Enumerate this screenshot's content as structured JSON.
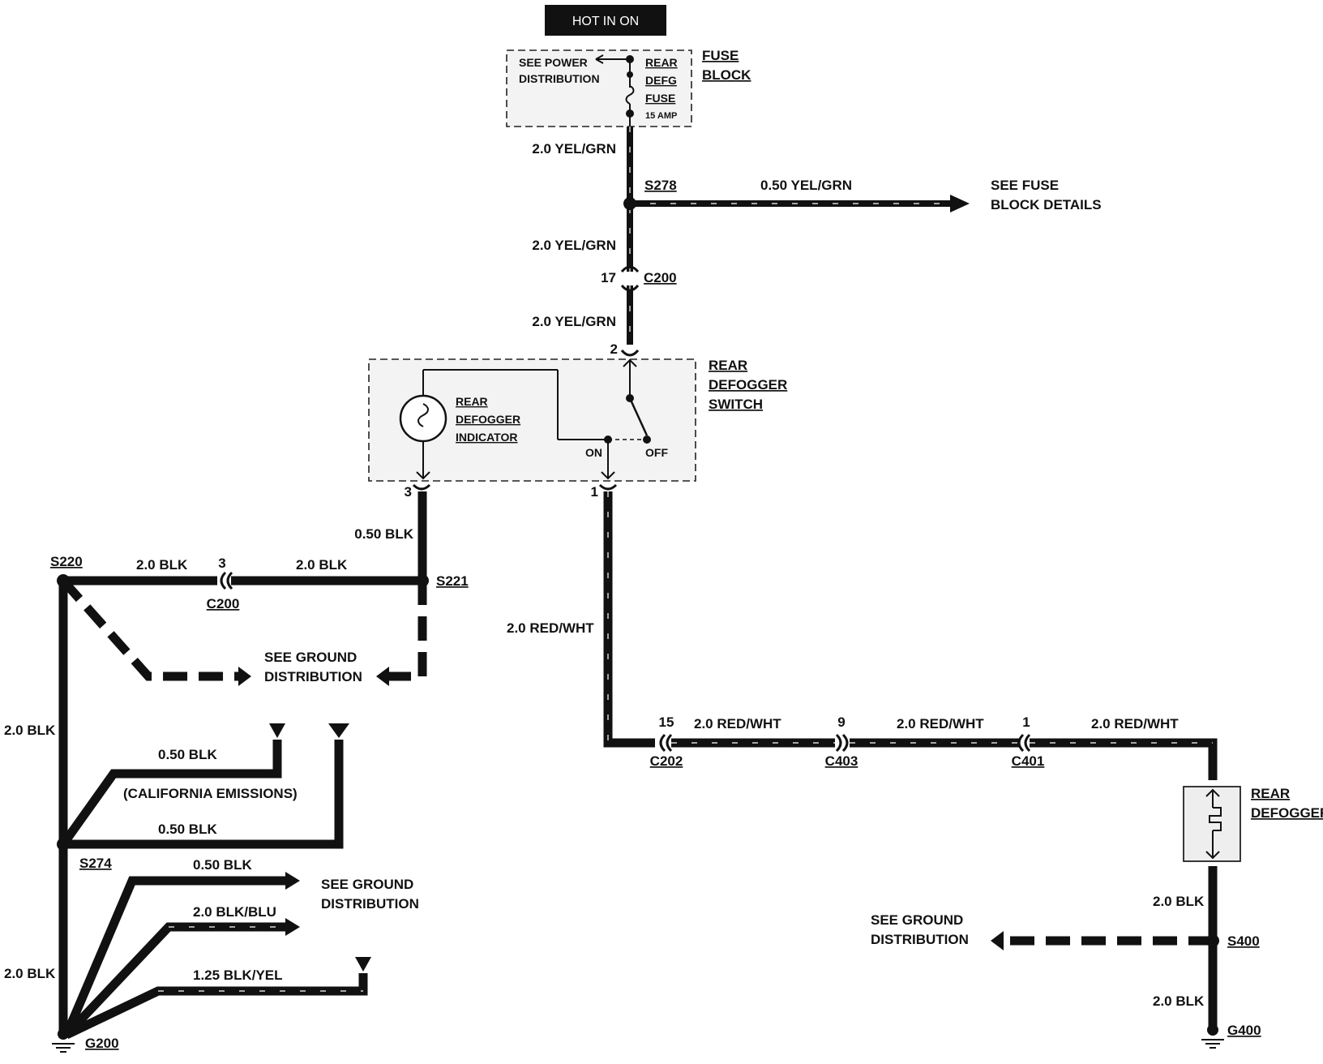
{
  "header": {
    "hot_label": "HOT IN ON"
  },
  "fuse_block": {
    "name_line1": "FUSE",
    "name_line2": "BLOCK",
    "see_line1": "SEE POWER",
    "see_line2": "DISTRIBUTION",
    "fuse_line1": "REAR",
    "fuse_line2": "DEFG",
    "fuse_line3": "FUSE",
    "fuse_rating": "15 AMP"
  },
  "splices": {
    "s278": "S278",
    "s221": "S221",
    "s220": "S220",
    "s274": "S274",
    "s400": "S400"
  },
  "connectors": {
    "c200_top": "C200",
    "c200_top_pin": "17",
    "switch_pin_top": "2",
    "switch_pin_left": "3",
    "switch_pin_right": "1",
    "c200_left": "C200",
    "c200_left_pin": "3",
    "c202": "C202",
    "c202_pin": "15",
    "c403": "C403",
    "c403_pin": "9",
    "c401": "C401",
    "c401_pin": "1"
  },
  "grounds": {
    "g200": "G200",
    "g400": "G400"
  },
  "switch": {
    "name_line1": "REAR",
    "name_line2": "DEFOGGER",
    "name_line3": "SWITCH",
    "indicator_line1": "REAR",
    "indicator_line2": "DEFOGGER",
    "indicator_line3": "INDICATOR",
    "on_label": "ON",
    "off_label": "OFF"
  },
  "defogger": {
    "name_line1": "REAR",
    "name_line2": "DEFOGGER"
  },
  "wires": {
    "fuse_to_s278": "2.0 YEL/GRN",
    "s278_branch": "0.50 YEL/GRN",
    "s278_to_c200": "2.0 YEL/GRN",
    "c200_to_switch": "2.0 YEL/GRN",
    "switch_pin3": "0.50 BLK",
    "s220_to_c200": "2.0 BLK",
    "c200_to_s221": "2.0 BLK",
    "switch_pin1": "2.0 RED/WHT",
    "c202_to_c403": "2.0 RED/WHT",
    "c403_to_c401": "2.0 RED/WHT",
    "c401_to_defogger": "2.0 RED/WHT",
    "s220_to_s274": "2.0 BLK",
    "california_wire": "0.50 BLK",
    "california_note": "(CALIFORNIA EMISSIONS)",
    "s274_branch": "0.50 BLK",
    "g200_branch1": "0.50 BLK",
    "g200_branch2": "2.0 BLK/BLU",
    "g200_branch3": "1.25 BLK/YEL",
    "s274_to_g200": "2.0 BLK",
    "defogger_to_s400": "2.0 BLK",
    "s400_to_g400": "2.0 BLK"
  },
  "references": {
    "fuse_details_line1": "SEE FUSE",
    "fuse_details_line2": "BLOCK DETAILS",
    "ground_dist_upper_line1": "SEE GROUND",
    "ground_dist_upper_line2": "DISTRIBUTION",
    "ground_dist_mid_line1": "SEE GROUND",
    "ground_dist_mid_line2": "DISTRIBUTION",
    "ground_dist_right_line1": "SEE GROUND",
    "ground_dist_right_line2": "DISTRIBUTION"
  }
}
